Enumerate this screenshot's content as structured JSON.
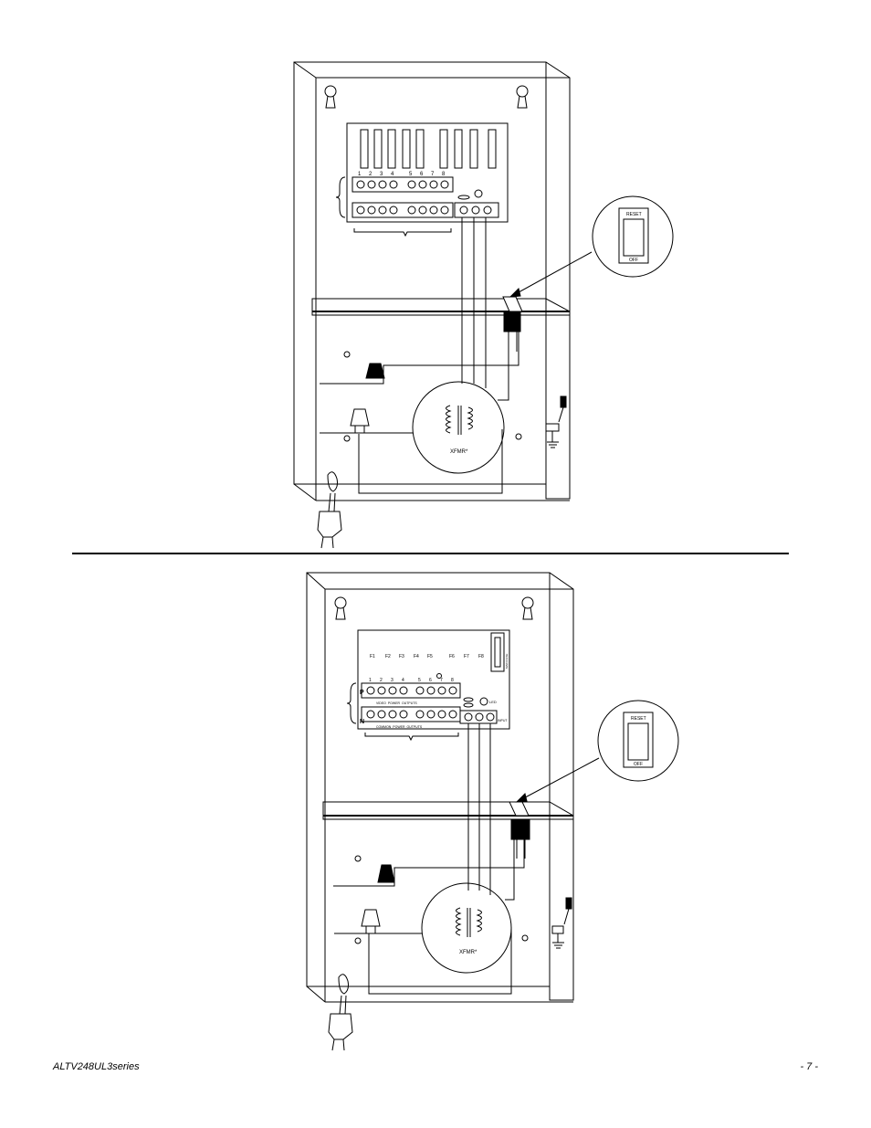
{
  "diagram_top": {
    "terminal_numbers": [
      "1",
      "2",
      "3",
      "4",
      "5",
      "6",
      "7",
      "8"
    ],
    "switch_label_top": "RESET",
    "switch_label_bottom": "OFF",
    "transformer_label": "XFMR*"
  },
  "diagram_bottom": {
    "fuse_labels": [
      "F1",
      "F2",
      "F3",
      "F4",
      "F5",
      "F6",
      "F7",
      "F8"
    ],
    "terminal_numbers": [
      "1",
      "2",
      "3",
      "4",
      "5",
      "6",
      "7",
      "8"
    ],
    "row_p_label": "P",
    "row_n_label": "N",
    "top_row_caption": "VIDEO  POWER  OUTPUTS",
    "bottom_row_caption": "COMMON  POWER  OUTPUTS",
    "led_label": "LED",
    "input_label": "INPUT",
    "main_fuse_label": "MAIN FUSE",
    "switch_label_top": "RESET",
    "switch_label_bottom": "OFF",
    "transformer_label": "XFMR*"
  },
  "footer": {
    "model": "ALTV248UL3series",
    "page": "- 7 -"
  }
}
